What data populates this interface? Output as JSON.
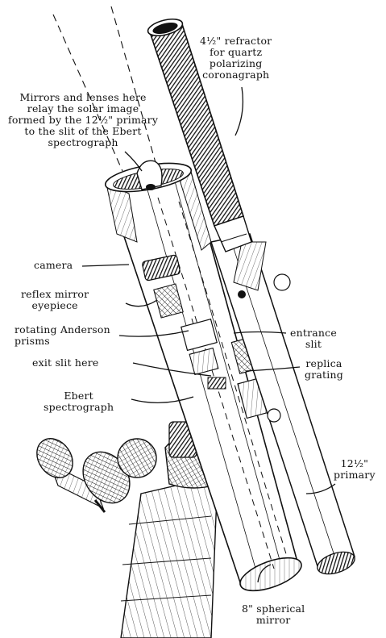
{
  "colors": {
    "ink": "#111111",
    "paper": "#ffffff",
    "hatch": "#1a1a1a"
  },
  "labels": {
    "refractor": [
      "4½\" refractor",
      "for quartz",
      "polarizing",
      "coronagraph"
    ],
    "mirrors": [
      "Mirrors and lenses here",
      "relay the solar image",
      "formed by the 12½\" primary",
      "to the slit of the Ebert",
      "spectrograph"
    ],
    "camera": "camera",
    "reflex": [
      "reflex mirror",
      "eyepiece"
    ],
    "rotating": [
      "rotating Anderson",
      "prisms"
    ],
    "entrance": [
      "entrance",
      "slit"
    ],
    "exit": "exit slit here",
    "replica": [
      "replica",
      "grating"
    ],
    "ebert": [
      "Ebert",
      "spectrograph"
    ],
    "primary": [
      "12½\"",
      "primary"
    ],
    "spherical": [
      "8\" spherical",
      "mirror"
    ]
  }
}
